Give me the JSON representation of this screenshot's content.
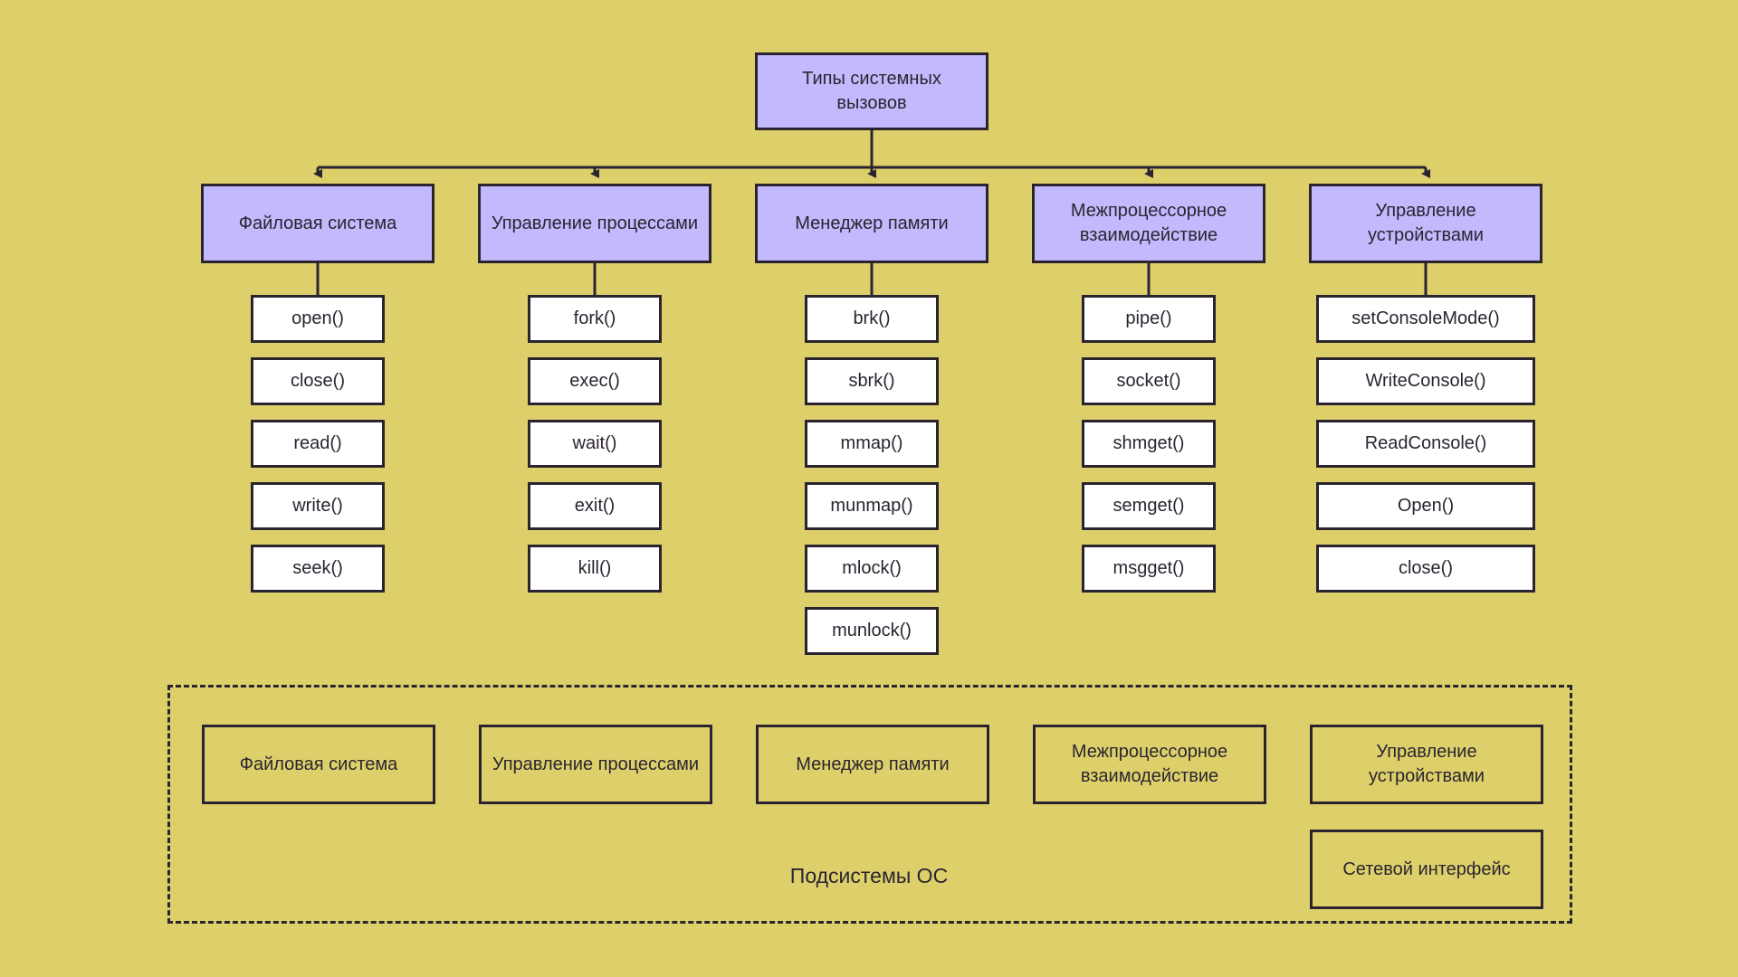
{
  "diagram": {
    "title": "Типы системных вызовов",
    "background_color": "#ddd06b",
    "accent_color": "#c3b9fd",
    "line_color": "#2b2430",
    "leaf_fill_color": "#ffffff"
  },
  "root": {
    "label": "Типы системных вызовов"
  },
  "categories": [
    {
      "label": "Файловая система",
      "calls": [
        "open()",
        "close()",
        "read()",
        "write()",
        "seek()"
      ]
    },
    {
      "label": "Управление процессами",
      "calls": [
        "fork()",
        "exec()",
        "wait()",
        "exit()",
        "kill()"
      ]
    },
    {
      "label": "Менеджер памяти",
      "calls": [
        "brk()",
        "sbrk()",
        "mmap()",
        "munmap()",
        "mlock()",
        "munlock()"
      ]
    },
    {
      "label": "Межпроцессорное взаимодействие",
      "calls": [
        "pipe()",
        "socket()",
        "shmget()",
        "semget()",
        "msgget()"
      ]
    },
    {
      "label": "Управление устройствами",
      "calls": [
        "setConsoleMode()",
        "WriteConsole()",
        "ReadConsole()",
        "Open()",
        "close()"
      ]
    }
  ],
  "subsystems": {
    "caption": "Подсистемы ОС",
    "boxes": [
      "Файловая система",
      "Управление процессами",
      "Менеджер памяти",
      "Межпроцессорное взаимодействие",
      "Управление устройствами",
      "Сетевой интерфейс"
    ]
  }
}
